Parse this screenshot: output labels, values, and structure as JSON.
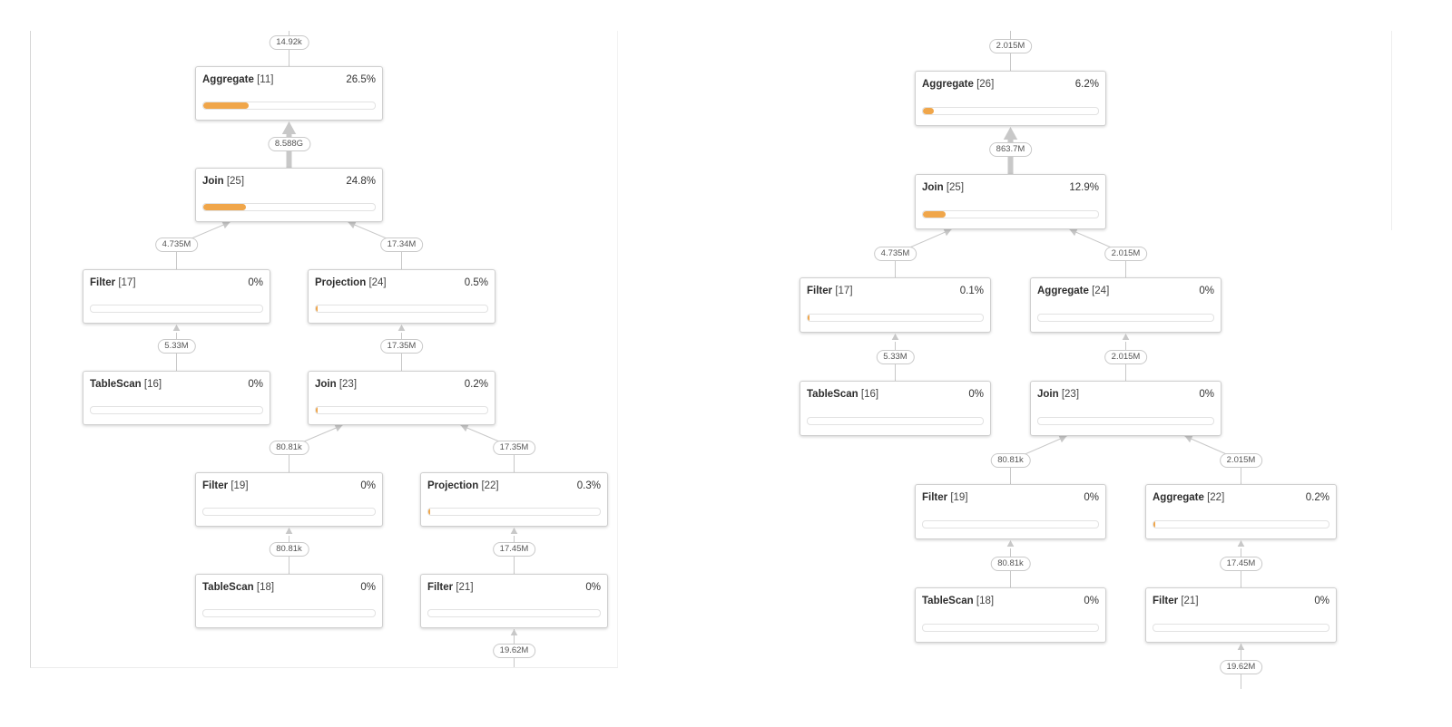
{
  "colors": {
    "bar_fill": "#f0a64a",
    "edge": "#c8c8c8",
    "node_border": "#cfcfcf"
  },
  "plans": [
    {
      "nodes": [
        {
          "id": "agg11",
          "name": "Aggregate",
          "num": "[11]",
          "pct": "26.5%",
          "fill": 0.265
        },
        {
          "id": "join25",
          "name": "Join",
          "num": "[25]",
          "pct": "24.8%",
          "fill": 0.248
        },
        {
          "id": "filt17",
          "name": "Filter",
          "num": "[17]",
          "pct": "0%",
          "fill": 0
        },
        {
          "id": "proj24",
          "name": "Projection",
          "num": "[24]",
          "pct": "0.5%",
          "fill": 0.005
        },
        {
          "id": "scan16",
          "name": "TableScan",
          "num": "[16]",
          "pct": "0%",
          "fill": 0
        },
        {
          "id": "join23",
          "name": "Join",
          "num": "[23]",
          "pct": "0.2%",
          "fill": 0.002
        },
        {
          "id": "filt19",
          "name": "Filter",
          "num": "[19]",
          "pct": "0%",
          "fill": 0
        },
        {
          "id": "proj22",
          "name": "Projection",
          "num": "[22]",
          "pct": "0.3%",
          "fill": 0.003
        },
        {
          "id": "scan18",
          "name": "TableScan",
          "num": "[18]",
          "pct": "0%",
          "fill": 0
        },
        {
          "id": "filt21",
          "name": "Filter",
          "num": "[21]",
          "pct": "0%",
          "fill": 0
        }
      ],
      "edges": [
        {
          "from": null,
          "to": "agg11",
          "label": "14.92k"
        },
        {
          "from": "join25",
          "to": "agg11",
          "label": "8.588G",
          "thick": true
        },
        {
          "from": "filt17",
          "to": "join25",
          "label": "4.735M"
        },
        {
          "from": "proj24",
          "to": "join25",
          "label": "17.34M"
        },
        {
          "from": "scan16",
          "to": "filt17",
          "label": "5.33M"
        },
        {
          "from": "join23",
          "to": "proj24",
          "label": "17.35M"
        },
        {
          "from": "filt19",
          "to": "join23",
          "label": "80.81k"
        },
        {
          "from": "proj22",
          "to": "join23",
          "label": "17.35M"
        },
        {
          "from": "scan18",
          "to": "filt19",
          "label": "80.81k"
        },
        {
          "from": "filt21",
          "to": "proj22",
          "label": "17.45M"
        },
        {
          "from": "below",
          "to": "filt21",
          "label": "19.62M"
        }
      ]
    },
    {
      "nodes": [
        {
          "id": "agg26",
          "name": "Aggregate",
          "num": "[26]",
          "pct": "6.2%",
          "fill": 0.062
        },
        {
          "id": "join25",
          "name": "Join",
          "num": "[25]",
          "pct": "12.9%",
          "fill": 0.129
        },
        {
          "id": "filt17",
          "name": "Filter",
          "num": "[17]",
          "pct": "0.1%",
          "fill": 0.001
        },
        {
          "id": "agg24",
          "name": "Aggregate",
          "num": "[24]",
          "pct": "0%",
          "fill": 0
        },
        {
          "id": "scan16",
          "name": "TableScan",
          "num": "[16]",
          "pct": "0%",
          "fill": 0
        },
        {
          "id": "join23",
          "name": "Join",
          "num": "[23]",
          "pct": "0%",
          "fill": 0
        },
        {
          "id": "filt19",
          "name": "Filter",
          "num": "[19]",
          "pct": "0%",
          "fill": 0
        },
        {
          "id": "agg22",
          "name": "Aggregate",
          "num": "[22]",
          "pct": "0.2%",
          "fill": 0.002
        },
        {
          "id": "scan18",
          "name": "TableScan",
          "num": "[18]",
          "pct": "0%",
          "fill": 0
        },
        {
          "id": "filt21",
          "name": "Filter",
          "num": "[21]",
          "pct": "0%",
          "fill": 0
        }
      ],
      "edges": [
        {
          "from": null,
          "to": "agg26",
          "label": "2.015M"
        },
        {
          "from": "join25",
          "to": "agg26",
          "label": "863.7M",
          "thick": true
        },
        {
          "from": "filt17",
          "to": "join25",
          "label": "4.735M"
        },
        {
          "from": "agg24",
          "to": "join25",
          "label": "2.015M"
        },
        {
          "from": "scan16",
          "to": "filt17",
          "label": "5.33M"
        },
        {
          "from": "join23",
          "to": "agg24",
          "label": "2.015M"
        },
        {
          "from": "filt19",
          "to": "join23",
          "label": "80.81k"
        },
        {
          "from": "agg22",
          "to": "join23",
          "label": "2.015M"
        },
        {
          "from": "scan18",
          "to": "filt19",
          "label": "80.81k"
        },
        {
          "from": "filt21",
          "to": "agg22",
          "label": "17.45M"
        },
        {
          "from": "below",
          "to": "filt21",
          "label": "19.62M"
        }
      ]
    }
  ]
}
